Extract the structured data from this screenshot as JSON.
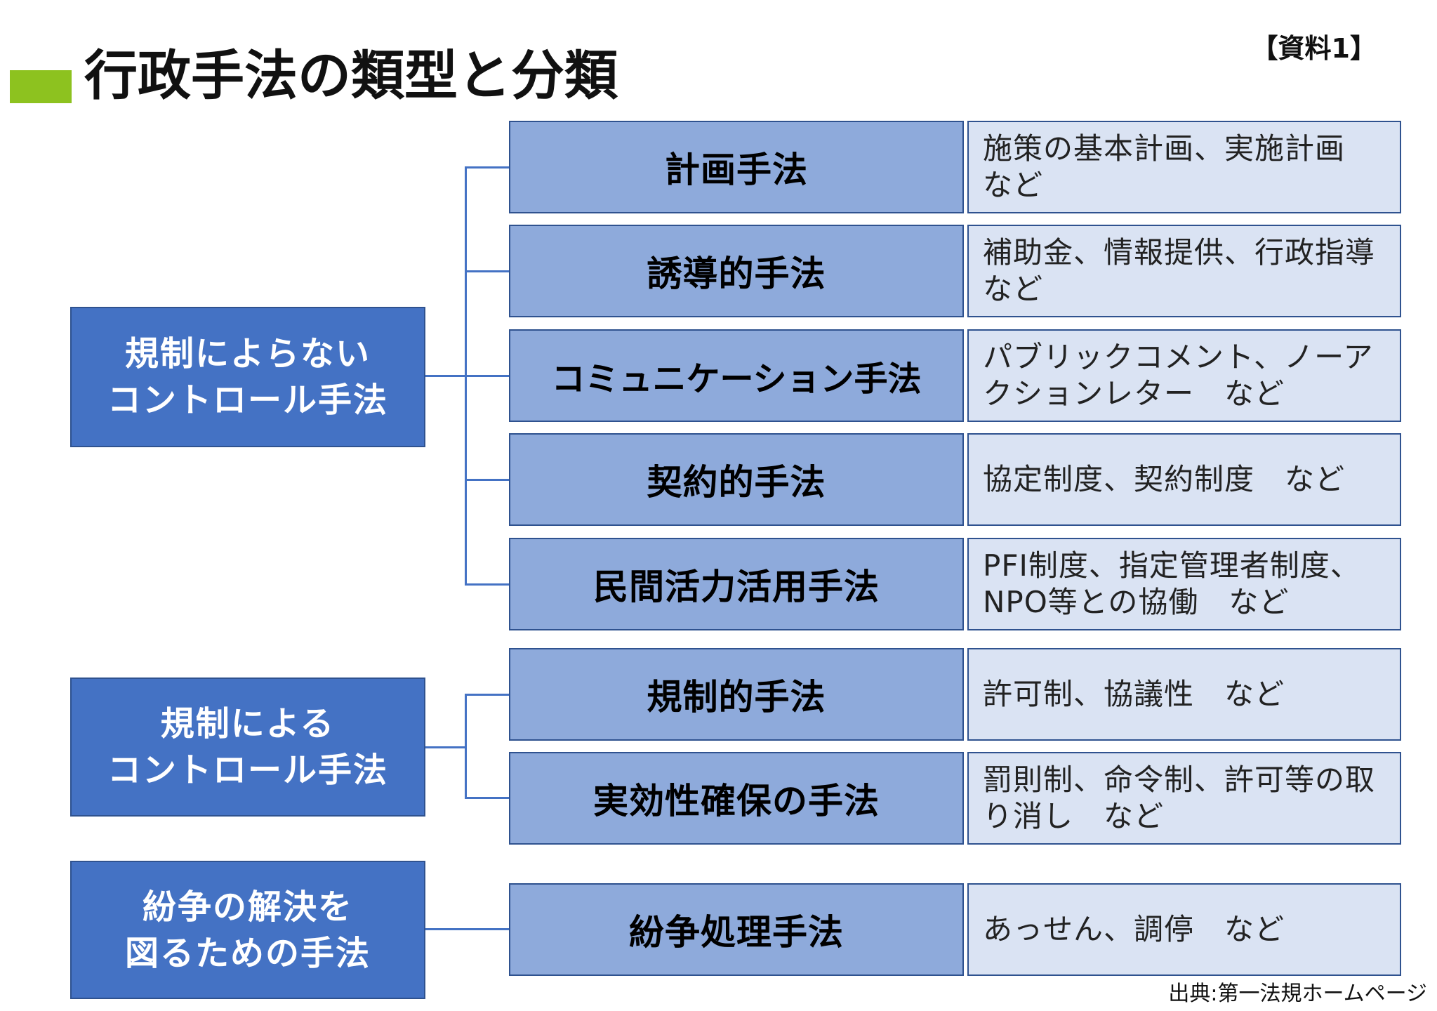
{
  "header": {
    "title": "行政手法の類型と分類",
    "reference": "【資料1】"
  },
  "categories": [
    {
      "label": "規制によらない\nコントロール手法"
    },
    {
      "label": "規制による\nコントロール手法"
    },
    {
      "label": "紛争の解決を\n図るための手法"
    }
  ],
  "methods": [
    {
      "name": "計画手法",
      "examples": "施策の基本計画、実施計画\nなど"
    },
    {
      "name": "誘導的手法",
      "examples": "補助金、情報提供、行政指導\nなど"
    },
    {
      "name": "コミュニケーション手法",
      "examples": "パブリックコメント、ノーア\nクションレター　など"
    },
    {
      "name": "契約的手法",
      "examples": "協定制度、契約制度　など"
    },
    {
      "name": "民間活力活用手法",
      "examples": "PFI制度、指定管理者制度、\nNPO等との協働　など"
    },
    {
      "name": "規制的手法",
      "examples": "許可制、協議性　など"
    },
    {
      "name": "実効性確保の手法",
      "examples": "罰則制、命令制、許可等の取\nり消し　など"
    },
    {
      "name": "紛争処理手法",
      "examples": "あっせん、調停　など"
    }
  ],
  "footer": {
    "source": "出典:第一法規ホームページ"
  }
}
